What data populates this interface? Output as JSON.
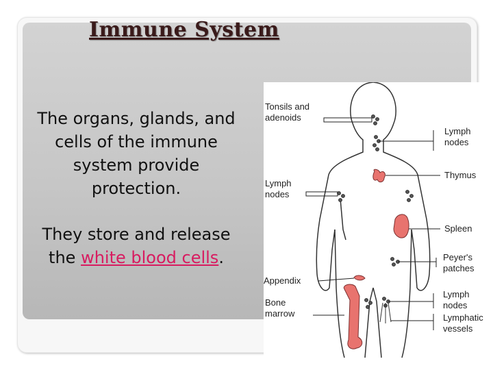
{
  "slide": {
    "title": "Immune System",
    "paragraph1": "The organs, glands, and cells of the immune system provide protection.",
    "paragraph2_before": "They store and release the ",
    "paragraph2_link": "white blood cells",
    "paragraph2_after": "."
  },
  "diagram": {
    "labels": {
      "tonsils_line1": "Tonsils and",
      "tonsils_line2": "adenoids",
      "lymph_nodes_upper_1": "Lymph",
      "lymph_nodes_upper_2": "nodes",
      "thymus": "Thymus",
      "lymph_nodes_left_1": "Lymph",
      "lymph_nodes_left_2": "nodes",
      "spleen": "Spleen",
      "peyers_1": "Peyer's",
      "peyers_2": "patches",
      "appendix": "Appendix",
      "bone_marrow_1": "Bone",
      "bone_marrow_2": "marrow",
      "lymph_nodes_lower_1": "Lymph",
      "lymph_nodes_lower_2": "nodes",
      "lymphatic_1": "Lymphatic",
      "lymphatic_2": "vessels"
    }
  },
  "colors": {
    "organ_red": "#e8736e",
    "link_pink": "#d81b60"
  }
}
